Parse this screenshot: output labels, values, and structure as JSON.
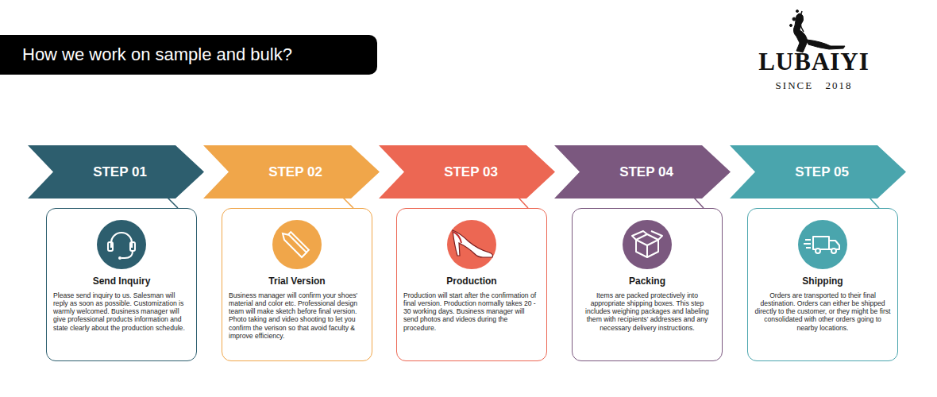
{
  "diagram": {
    "title": "How we work on sample and bulk?",
    "nodes": [
      {
        "text": [
          "STEP 01"
        ]
      },
      {
        "text": [
          "Send Inquiry",
          "Please send inquiry to us. Salesman will reply as soon as possible. Customization is warmly welcomed. Business manager will give professional products information and state clearly about the production schedule."
        ]
      },
      {
        "text": [
          "STEP 02"
        ]
      },
      {
        "text": [
          "Trial Version",
          "Business manager will confirm your shoes' material and color etc. Professional design team will make sketch before final version. Photo taking and video shooting to let you confirm the verison so that avoid faculty & improve efficiency."
        ]
      },
      {
        "text": [
          "STEP 03"
        ]
      },
      {
        "text": [
          "Production",
          "Production will start after the confirmation of final version. Production normally takes 20 - 30 working days. Business manager will send photos and videos during the procedure."
        ]
      },
      {
        "text": [
          "STEP 04"
        ]
      },
      {
        "text": [
          "Packing",
          "Items are packed protectively into appropriate shipping boxes. This step includes weighing packages and labeling them with recipients' addresses and any necessary delivery instructions."
        ]
      },
      {
        "text": [
          "STEP 05"
        ]
      },
      {
        "text": [
          "Shipping",
          "Orders are transported to their final destination. Orders can either be shipped directly to the customer, or they might be first consolidated with other orders going to nearby locations."
        ]
      }
    ],
    "edges": [
      {
        "from": 0,
        "to": 1,
        "arrow": "none"
      },
      {
        "from": 2,
        "to": 3,
        "arrow": "none"
      },
      {
        "from": 4,
        "to": 5,
        "arrow": "none"
      },
      {
        "from": 6,
        "to": 7,
        "arrow": "none"
      },
      {
        "from": 8,
        "to": 9,
        "arrow": "none"
      }
    ],
    "labels": [
      "LUBAIYI",
      "SINCE 2018"
    ]
  }
}
